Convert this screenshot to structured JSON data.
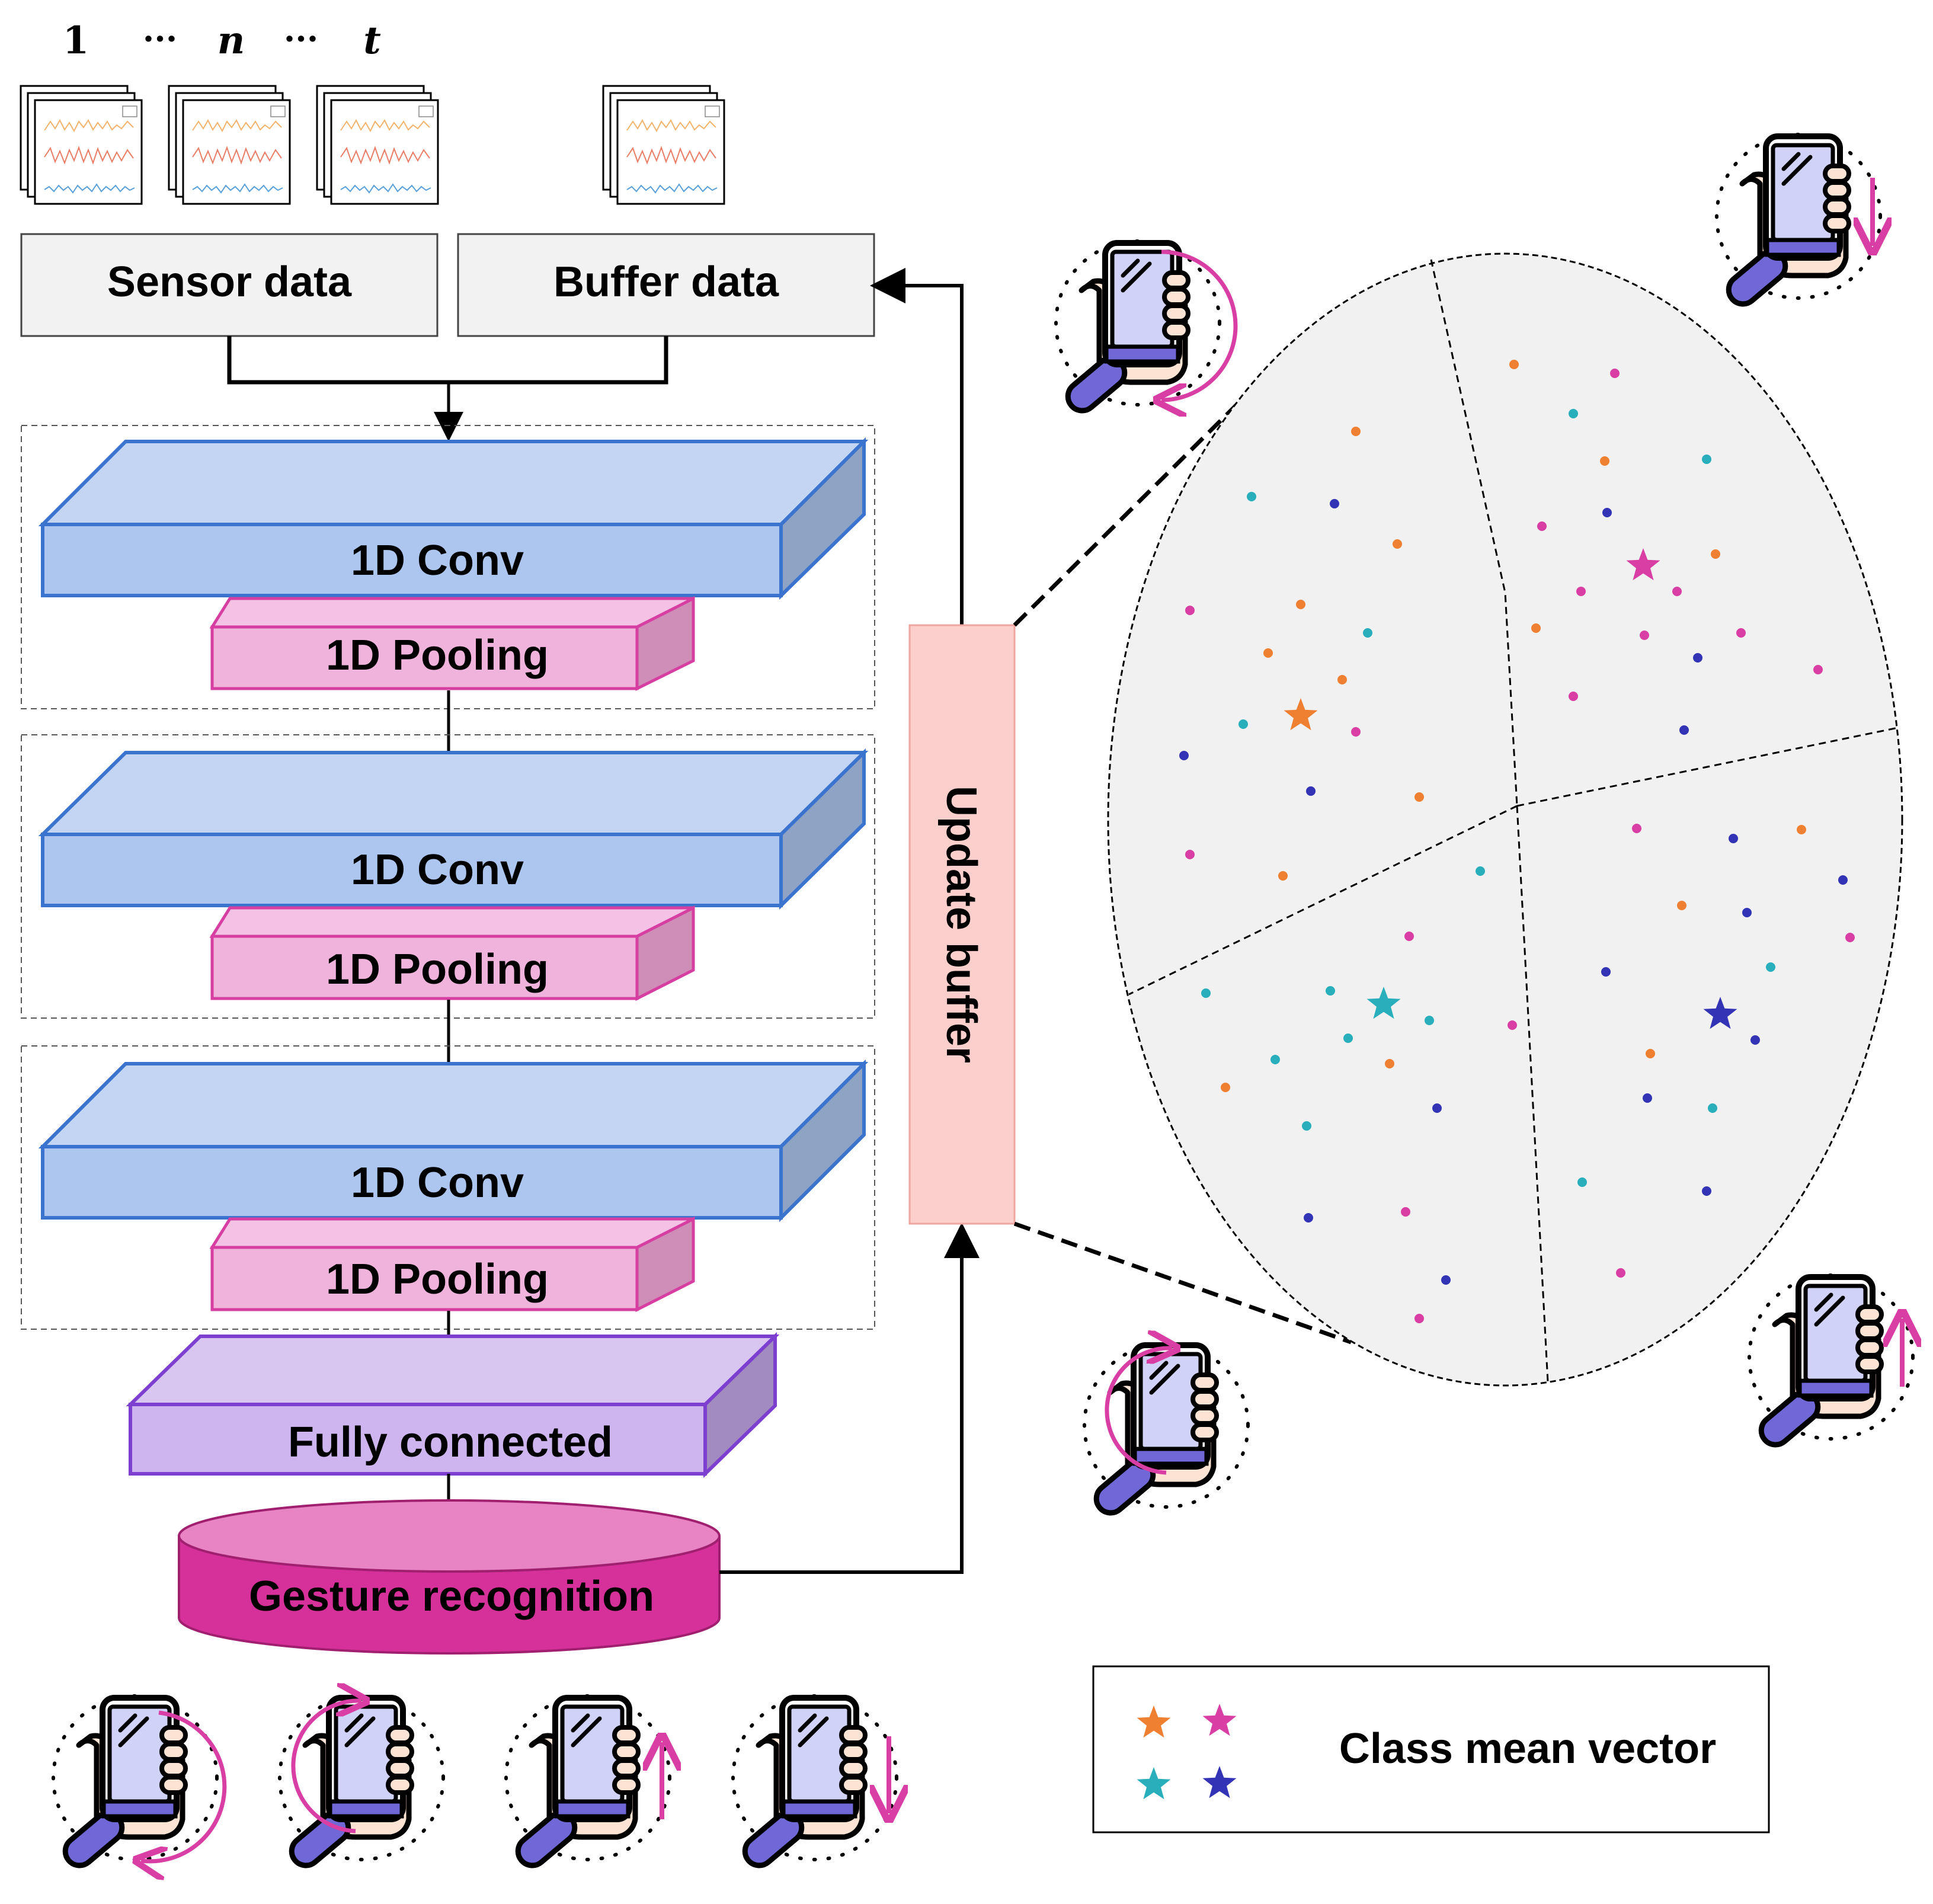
{
  "sequence": {
    "first": "1",
    "ellipsis": "···",
    "middle": "n",
    "last": "t"
  },
  "inputs": {
    "sensor_label": "Sensor data",
    "buffer_label": "Buffer data"
  },
  "network": {
    "blocks": [
      {
        "conv_label": "1D Conv",
        "pool_label": "1D Pooling"
      },
      {
        "conv_label": "1D Conv",
        "pool_label": "1D Pooling"
      },
      {
        "conv_label": "1D Conv",
        "pool_label": "1D Pooling"
      }
    ],
    "fc_label": "Fully connected",
    "output_label": "Gesture recognition"
  },
  "update_buffer_label": "Update buffer",
  "legend": {
    "label": "Class mean vector",
    "colors": [
      "#ef7f31",
      "#d83ea3",
      "#29aebc",
      "#3333b5"
    ]
  },
  "colors": {
    "conv": "#b4cdf0",
    "conv_stroke": "#3b74cf",
    "pool": "#f0b3dc",
    "pool_stroke": "#d63ea2",
    "fc": "#d3bcf0",
    "fc_stroke": "#7c3fcf",
    "output": "#dc3c9f",
    "update_buffer": "#fdcfcc",
    "input_box": "#f2f2f2",
    "embedding_fill": "#f0f1f0",
    "accent_arrow": "#d83ea3"
  },
  "gesture_icons": [
    "phone-rotate-clockwise-icon",
    "phone-rotate-counterclockwise-icon",
    "phone-move-up-icon",
    "phone-move-down-icon"
  ]
}
